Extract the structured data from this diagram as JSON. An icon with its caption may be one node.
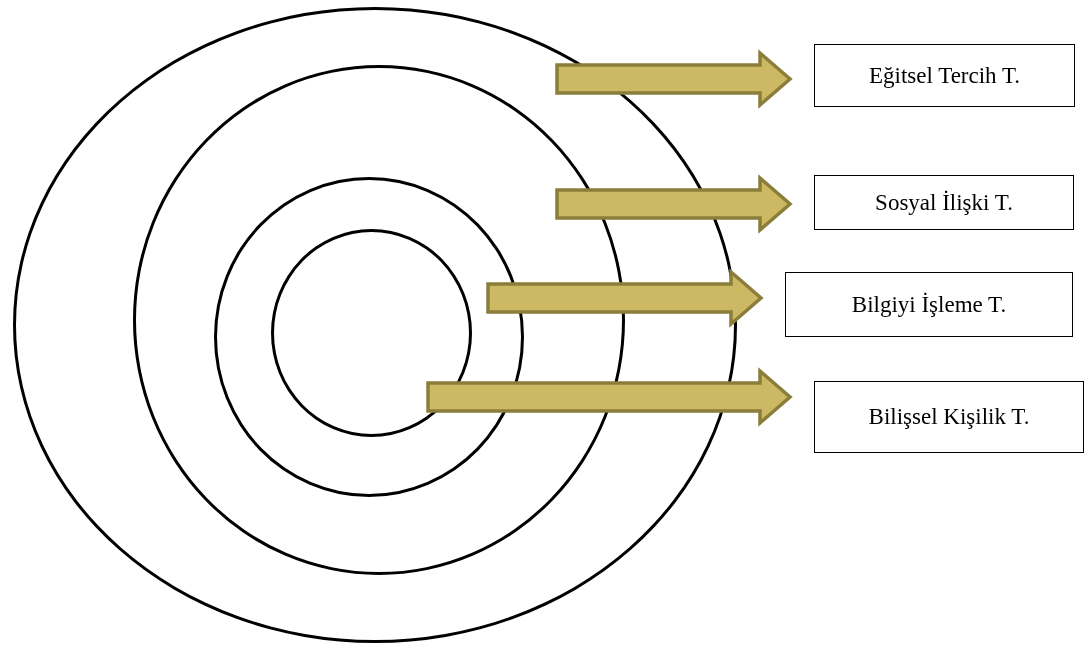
{
  "diagram": {
    "nodes": [
      {
        "text": [],
        "shape": "circle"
      },
      {
        "text": [],
        "shape": "circle",
        "in": 0
      },
      {
        "text": [],
        "shape": "circle",
        "in": 1
      },
      {
        "text": [],
        "shape": "circle",
        "in": 2
      },
      {
        "text": [
          "Eğitsel Tercih T."
        ]
      },
      {
        "text": [
          "Sosyal İlişki T."
        ]
      },
      {
        "text": [
          "Bilgiyi İşleme T."
        ]
      },
      {
        "text": [
          "Bilişsel Kişilik T."
        ]
      }
    ],
    "edges": [
      {
        "from": 0,
        "to": 4,
        "arrow": "to"
      },
      {
        "from": 1,
        "to": 5,
        "arrow": "to"
      },
      {
        "from": 2,
        "to": 6,
        "arrow": "to"
      },
      {
        "from": 3,
        "to": 7,
        "arrow": "to"
      }
    ]
  }
}
